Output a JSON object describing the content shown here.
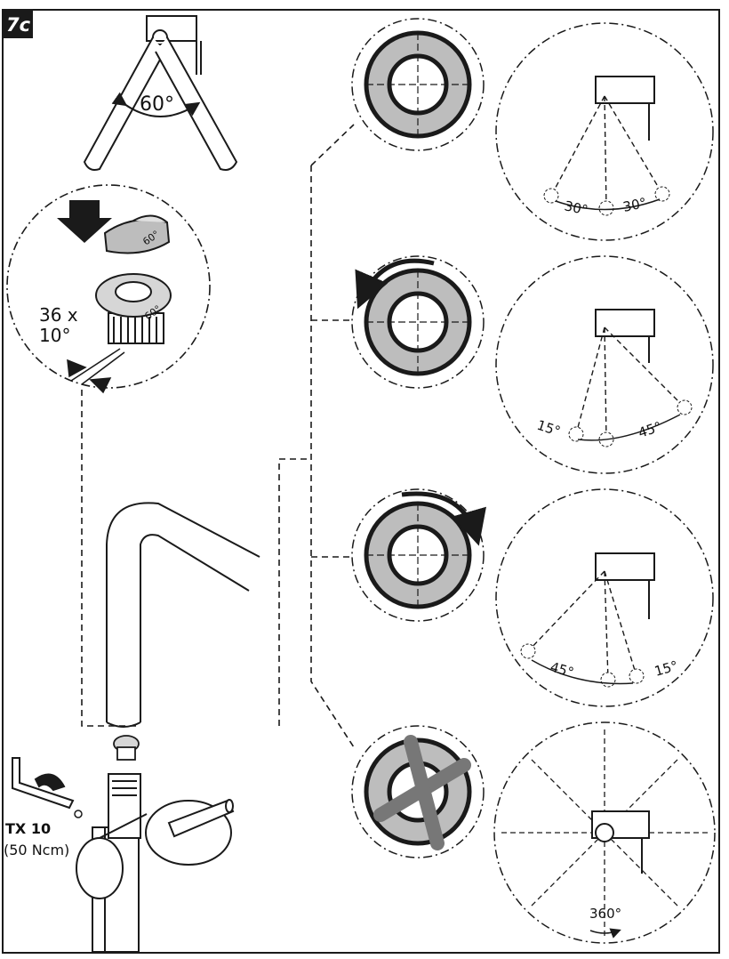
{
  "step": {
    "label": "7c"
  },
  "top": {
    "angle_label": "60°"
  },
  "limiter": {
    "ring_mark_top": "60°",
    "ring_mark_bottom": "60°",
    "positions_line1": "36 x",
    "positions_line2": "10°"
  },
  "tool": {
    "name": "TX 10",
    "torque": "(50 Ncm)"
  },
  "settings": [
    {
      "left_label": "30°",
      "right_label": "30°"
    },
    {
      "left_label": "15°",
      "right_label": "45°"
    },
    {
      "left_label": "45°",
      "right_label": "15°"
    },
    {
      "bottom_label": "360°"
    }
  ],
  "colors": {
    "ink": "#1a1a1a",
    "ring_fill": "#bdbdbd",
    "knob_fill": "#d6d6d6",
    "badge": "#1a1a1a"
  },
  "icons": [
    "arrow-down-icon",
    "rotate-ccw-icon",
    "rotate-cw-icon",
    "cross-icon",
    "hex-key-icon",
    "screw-icon"
  ]
}
